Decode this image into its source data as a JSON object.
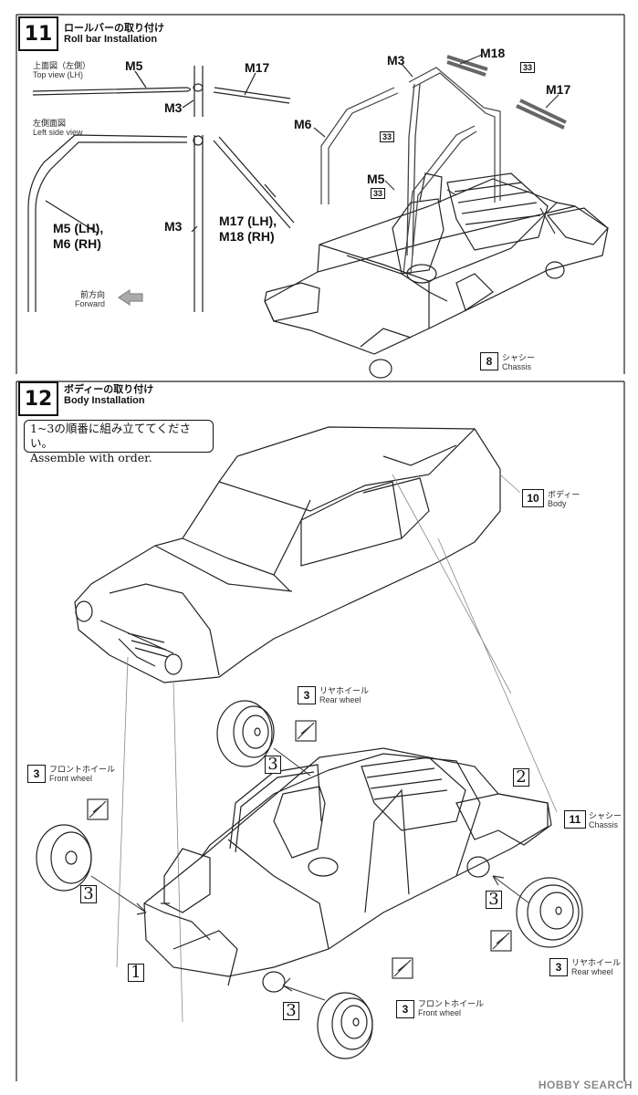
{
  "step11": {
    "number": "11",
    "title_jp": "ロールバーの取り付け",
    "title_en": "Roll bar Installation",
    "topview_jp": "上面図（左側）",
    "topview_en": "Top view (LH)",
    "sideview_jp": "左側面図",
    "sideview_en": "Left side view",
    "forward_jp": "前方向",
    "forward_en": "Forward",
    "parts": {
      "m5": "M5",
      "m17": "M17",
      "m3": "M3",
      "m5m6": "M5 (LH),\nM6 (RH)",
      "m17m18": "M17 (LH),\nM18 (RH)",
      "m6": "M6",
      "m18": "M18",
      "glue": "33"
    },
    "chassis": {
      "num": "8",
      "jp": "シャシー",
      "en": "Chassis"
    }
  },
  "step12": {
    "number": "12",
    "title_jp": "ボディーの取り付け",
    "title_en": "Body Installation",
    "note_jp": "1~3の順番に組み立ててください。",
    "note_en": "Assemble with order.",
    "body": {
      "num": "10",
      "jp": "ボディー",
      "en": "Body"
    },
    "chassis": {
      "num": "11",
      "jp": "シャシー",
      "en": "Chassis"
    },
    "rear_wheel": {
      "num": "3",
      "jp": "リヤホイール",
      "en": "Rear wheel"
    },
    "front_wheel": {
      "num": "3",
      "jp": "フロントホイール",
      "en": "Front wheel"
    },
    "orders": [
      "1",
      "2",
      "3"
    ]
  },
  "watermark": "HOBBY SEARCH"
}
